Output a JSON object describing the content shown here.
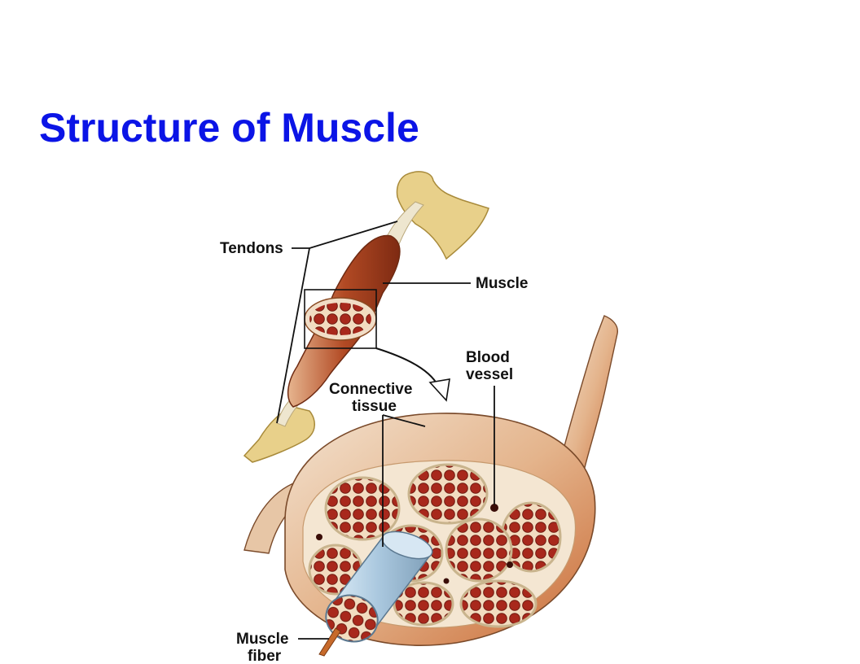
{
  "slide": {
    "title": "Structure of Muscle"
  },
  "diagram": {
    "labels": {
      "tendons": "Tendons",
      "muscle": "Muscle",
      "blood_vessel_line1": "Blood",
      "blood_vessel_line2": "vessel",
      "connective_line1": "Connective",
      "connective_line2": "tissue",
      "fiber_line1": "Muscle",
      "fiber_line2": "fiber"
    }
  },
  "colors": {
    "title": "#0b14e6",
    "bone": "#e8d08a",
    "muscle": "#b5532c",
    "fascicle": "#a8281c",
    "sheath": "#e9c9a8",
    "fiber_tube": "#b9d4e6"
  }
}
